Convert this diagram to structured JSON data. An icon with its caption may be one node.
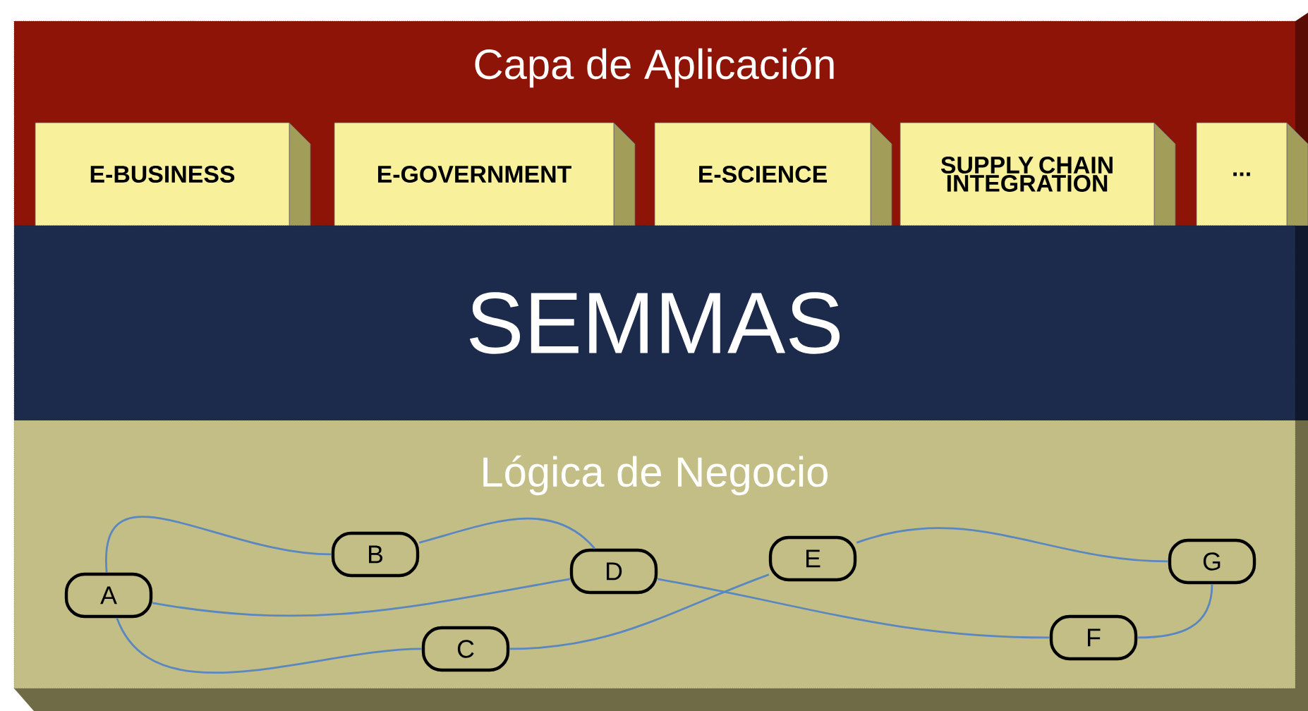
{
  "diagram": {
    "nodes": [
      {
        "text": [
          "Capa de Aplicación"
        ]
      },
      {
        "text": [
          "E-BUSINESS"
        ],
        "in": 0
      },
      {
        "text": [
          "E-GOVERNMENT"
        ],
        "in": 0
      },
      {
        "text": [
          "E-SCIENCE"
        ],
        "in": 0
      },
      {
        "text": [
          "SUPPLY CHAIN INTEGRATION"
        ],
        "in": 0
      },
      {
        "text": [
          "..."
        ],
        "in": 0
      },
      {
        "text": [
          "SEMMAS"
        ]
      },
      {
        "text": [
          "Lógica de Negocio"
        ]
      },
      {
        "text": [
          "A"
        ],
        "in": 7
      },
      {
        "text": [
          "B"
        ],
        "in": 7
      },
      {
        "text": [
          "C"
        ],
        "in": 7
      },
      {
        "text": [
          "D"
        ],
        "in": 7
      },
      {
        "text": [
          "E"
        ],
        "in": 7
      },
      {
        "text": [
          "F"
        ],
        "in": 7
      },
      {
        "text": [
          "G"
        ],
        "in": 7
      }
    ],
    "edges": [
      {
        "from": 8,
        "to": 9,
        "arrow": "none"
      },
      {
        "from": 9,
        "to": 11,
        "arrow": "none"
      },
      {
        "from": 8,
        "to": 11,
        "arrow": "none"
      },
      {
        "from": 8,
        "to": 10,
        "arrow": "none"
      },
      {
        "from": 10,
        "to": 12,
        "arrow": "none"
      },
      {
        "from": 11,
        "to": 13,
        "arrow": "none"
      },
      {
        "from": 12,
        "to": 14,
        "arrow": "none"
      },
      {
        "from": 13,
        "to": 14,
        "arrow": "none"
      }
    ]
  }
}
